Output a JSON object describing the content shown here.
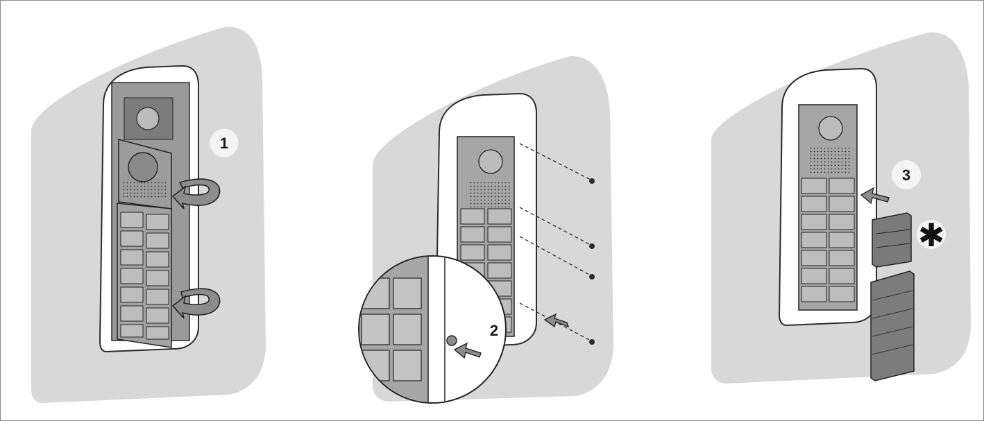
{
  "steps": [
    {
      "number": "1"
    },
    {
      "number": "2"
    },
    {
      "number": "3",
      "marker": "✱"
    }
  ],
  "colors": {
    "wall": "#d8d8d8",
    "frame_body": "#ffffff",
    "panel_dark": "#8c8c8c",
    "panel_mid": "#b4b4b4",
    "outline": "#2b2b2b",
    "circle_badge": "#f4f4f4"
  }
}
